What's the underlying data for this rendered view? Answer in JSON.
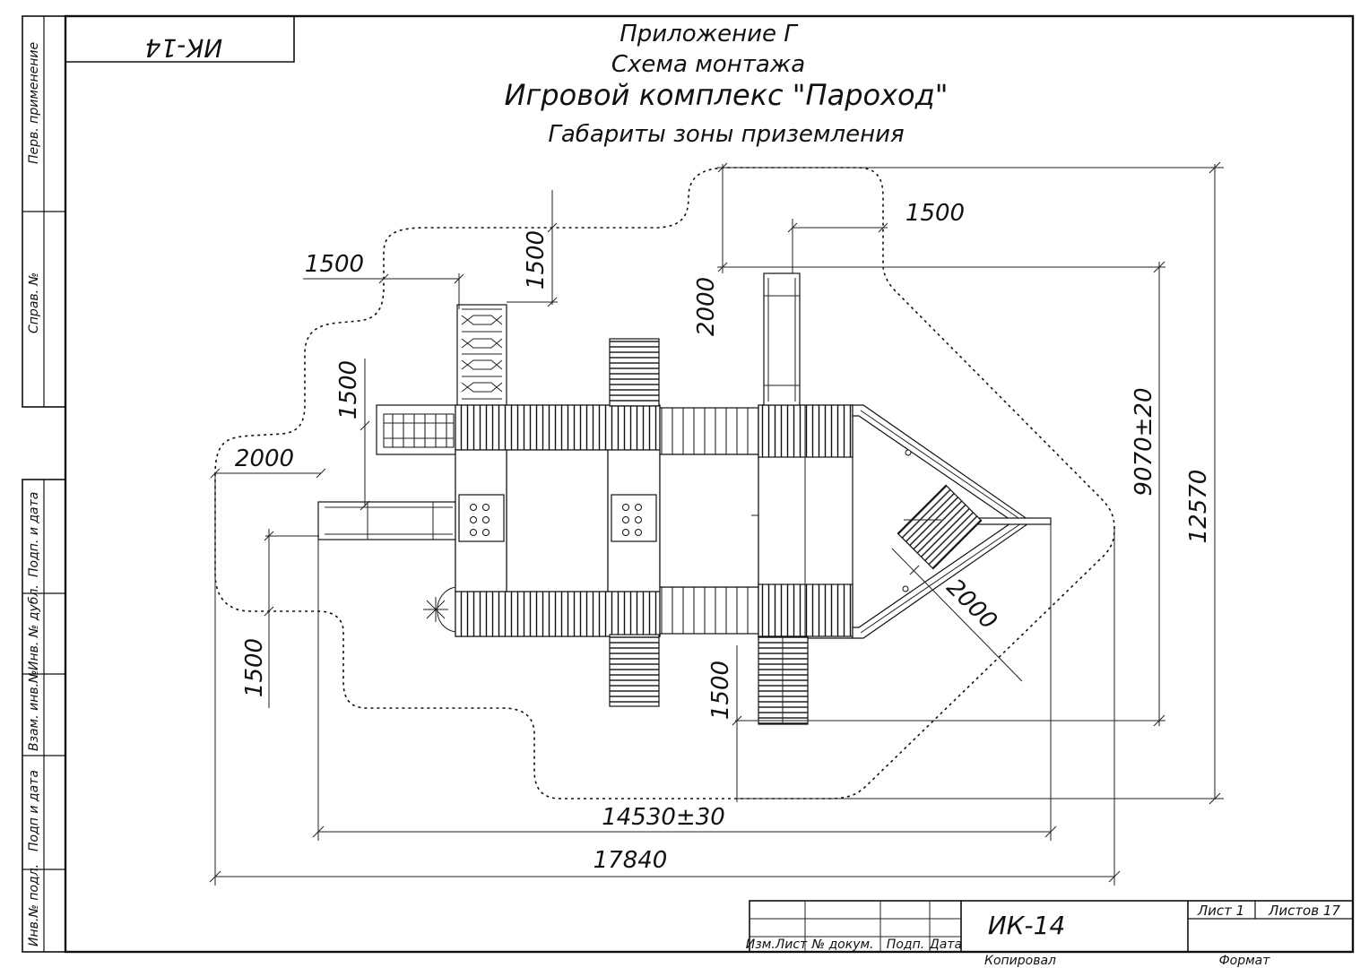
{
  "header": {
    "title_line1": "Приложение Г",
    "title_line2": "Схема монтажа",
    "title_line3": "Игровой комплекс \"Пароход\"",
    "title_line4": "Габариты зоны приземления",
    "stamp_rotated": "ИК-14"
  },
  "side_stamp": {
    "perv_primenenie": "Перв. применение",
    "sprav_no": "Справ. №",
    "podp_i_data_1": "Подп. и дата",
    "inv_no_dubl": "Инв. № дубл.",
    "vzam_inv_no": "Взам. инв.№",
    "podp_i_data_2": "Подп и дата",
    "inv_no_podl": "Инв.№ подл."
  },
  "dimensions": {
    "d_1500_top_left": "1500",
    "d_1500_top_vertical": "1500",
    "d_1500_top_right": "1500",
    "d_2000_top_right": "2000",
    "d_1500_left_upper": "1500",
    "d_2000_left": "2000",
    "d_1500_left_lower": "1500",
    "d_1500_bottom": "1500",
    "d_2000_diag": "2000",
    "d_9070": "9070±20",
    "d_12570": "12570",
    "d_14530": "14530±30",
    "d_17840": "17840"
  },
  "title_block": {
    "izm_list": "Изм.Лист",
    "no_dokum": "№ докум.",
    "podp": "Подп.",
    "data": "Дата",
    "designation": "ИК-14",
    "list": "Лист 1",
    "listov": "Листов 17",
    "kopiroval": "Копировал",
    "format": "Формат"
  }
}
